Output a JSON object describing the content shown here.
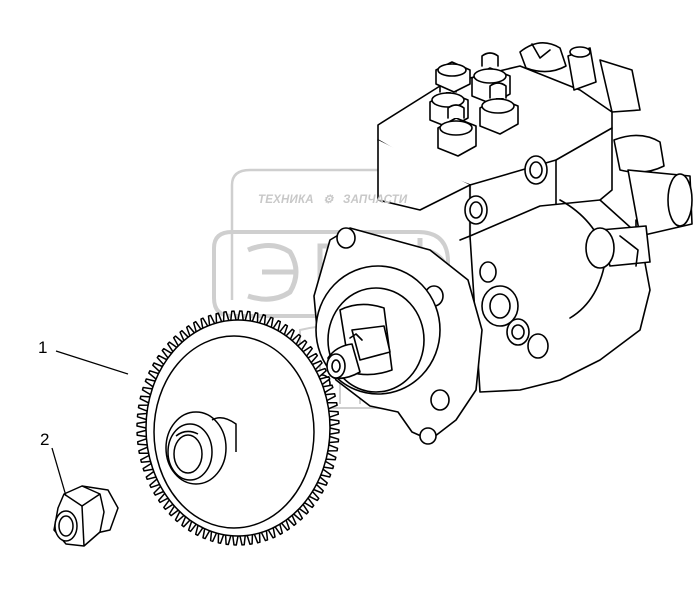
{
  "callouts": [
    {
      "id": "1",
      "label": "1"
    },
    {
      "id": "2",
      "label": "2"
    }
  ],
  "watermark": {
    "text_left": "ТЕХНИКА",
    "text_right": "ЗАПЧАСТИ",
    "logo": "ЭПФ"
  },
  "gear": {
    "tooth_count": 80
  },
  "colors": {
    "line": "#000000",
    "watermark": "#c8c8c8",
    "background": "#ffffff"
  }
}
